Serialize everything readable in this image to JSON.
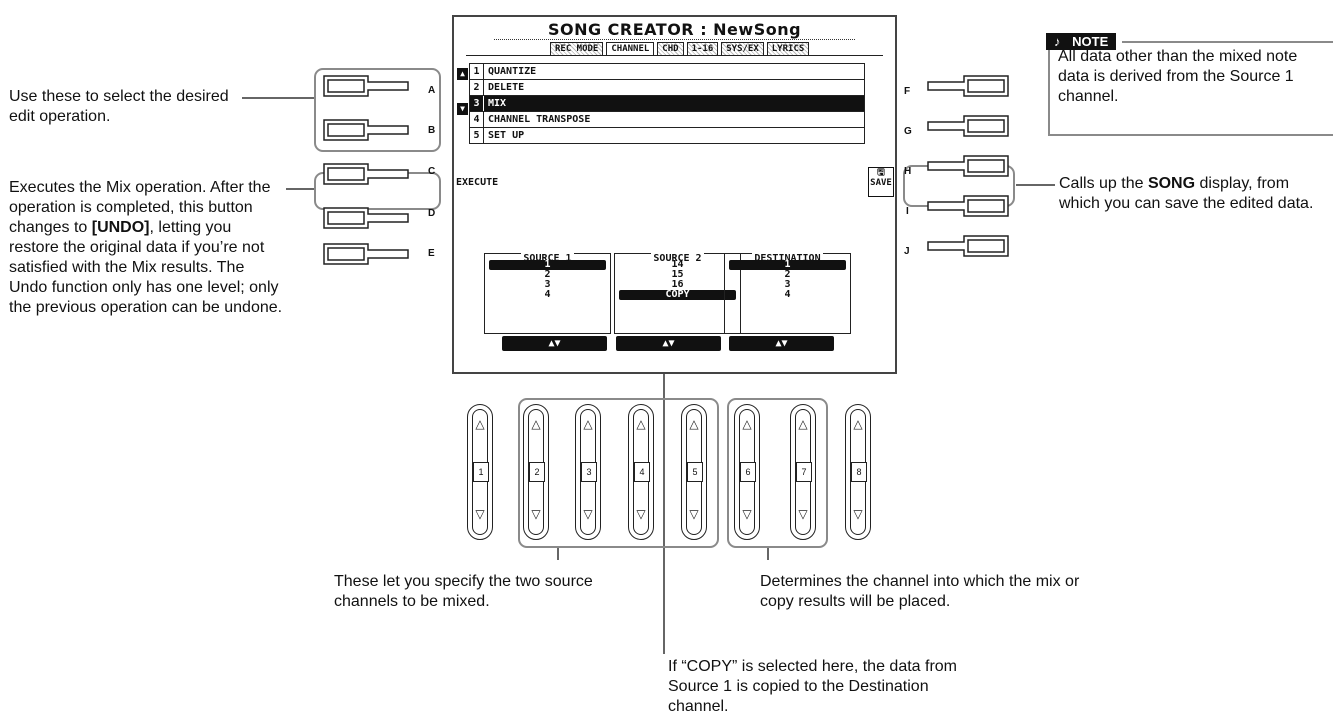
{
  "screen": {
    "title": "SONG CREATOR : NewSong",
    "tabs": [
      "REC MODE",
      "CHANNEL",
      "CHD",
      "1-16",
      "SYS/EX",
      "LYRICS"
    ],
    "active_tab": "CHANNEL",
    "menu": [
      {
        "num": "1",
        "label": "QUANTIZE"
      },
      {
        "num": "2",
        "label": "DELETE"
      },
      {
        "num": "3",
        "label": "MIX"
      },
      {
        "num": "4",
        "label": "CHANNEL TRANSPOSE"
      },
      {
        "num": "5",
        "label": "SET UP"
      }
    ],
    "selected_menu": "MIX",
    "execute_label": "EXECUTE",
    "save_label": "SAVE",
    "source1": {
      "label": "SOURCE 1",
      "items": [
        "1",
        "2",
        "3",
        "4"
      ]
    },
    "source2": {
      "label": "SOURCE 2",
      "items": [
        "14",
        "15",
        "16",
        "COPY"
      ]
    },
    "destination": {
      "label": "DESTINATION",
      "items": [
        "1",
        "2",
        "3",
        "4"
      ]
    },
    "spin_label": "▲▼"
  },
  "left_letters": [
    "A",
    "B",
    "C",
    "D",
    "E"
  ],
  "right_letters": [
    "F",
    "G",
    "H",
    "I",
    "J"
  ],
  "number_buttons": [
    "1",
    "2",
    "3",
    "4",
    "5",
    "6",
    "7",
    "8"
  ],
  "note": {
    "tag": "NOTE",
    "text": "All data other than the mixed note data is derived from the Source 1 channel."
  },
  "captions": {
    "select_op": "Use these to select the desired edit operation.",
    "execute_pre": "Executes the Mix operation. After the operation is completed, this button changes to ",
    "execute_bold": "[UNDO]",
    "execute_post": ", letting you restore the original data if you’re not satisfied with the Mix results. The Undo function only has one level; only the previous operation can be undone.",
    "song_pre": "Calls up the ",
    "song_bold": "SONG",
    "song_post": " display, from which you can save the edited data.",
    "source_channels": "These let you specify the two source channels to be mixed.",
    "destination_channel": "Determines the channel into which the mix or copy results will be placed.",
    "copy_info": "If “COPY” is selected here, the data from Source 1 is copied to the Destination channel."
  }
}
